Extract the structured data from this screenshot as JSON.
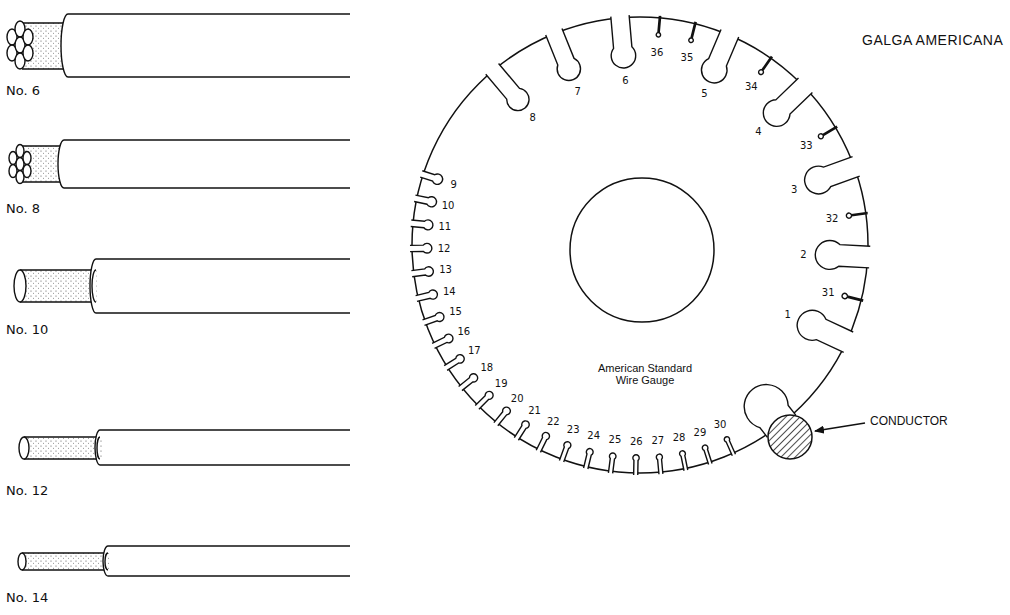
{
  "diagram": {
    "title": "GALGA AMERICANA",
    "labels": [
      "No. 6",
      "No. 8",
      "No. 10",
      "No. 12",
      "No. 14",
      "American Standard Wire Gauge",
      "CONDUCTOR",
      "1",
      "2",
      "3",
      "4",
      "5",
      "6",
      "7",
      "8",
      "9",
      "10",
      "11",
      "12",
      "13",
      "14",
      "15",
      "16",
      "17",
      "18",
      "19",
      "20",
      "21",
      "22",
      "23",
      "24",
      "25",
      "26",
      "27",
      "28",
      "29",
      "30",
      "31",
      "32",
      "33",
      "34",
      "35",
      "36"
    ]
  }
}
